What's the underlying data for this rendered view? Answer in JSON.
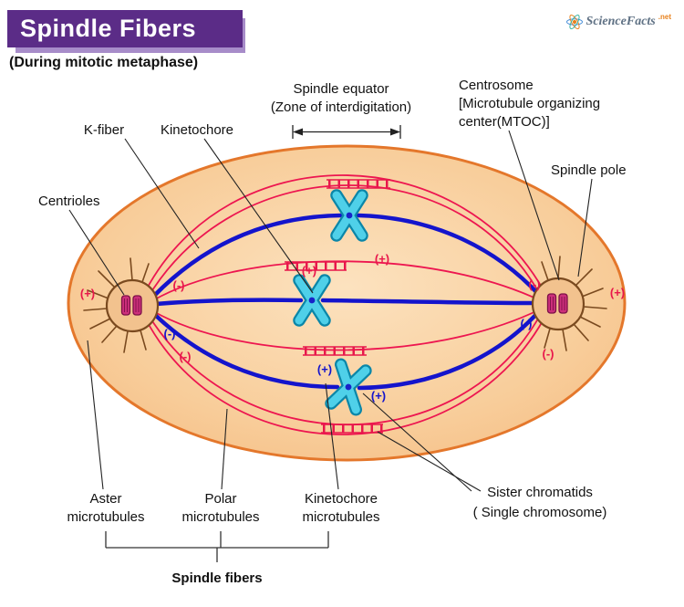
{
  "title": "Spindle Fibers",
  "subtitle": "(During mitotic metaphase)",
  "logo": {
    "name": "ScienceFacts",
    "tld": ".net"
  },
  "labels": {
    "k_fiber": "K-fiber",
    "kinetochore": "Kinetochore",
    "spindle_equator": {
      "line1": "Spindle equator",
      "line2": "(Zone of interdigitation)"
    },
    "centrosome": {
      "line1": "Centrosome",
      "line2": "[Microtubule organizing",
      "line3": "center(MTOC)]"
    },
    "spindle_pole": "Spindle pole",
    "centrioles": "Centrioles",
    "aster": {
      "line1": "Aster",
      "line2": "microtubules"
    },
    "polar": {
      "line1": "Polar",
      "line2": "microtubules"
    },
    "kinetochore_mt": {
      "line1": "Kinetochore",
      "line2": "microtubules"
    },
    "sister_chromatids": {
      "line1": "Sister chromatids",
      "line2": "( Single chromosome)"
    },
    "spindle_fibers": "Spindle fibers"
  },
  "signs": {
    "plus": "(+)",
    "minus": "(-)"
  },
  "colors": {
    "banner_purple": "#5b2c87",
    "banner_shadow_purple": "#a78cc9",
    "cell_fill": "#f8cd9a",
    "cell_stroke": "#e4772b",
    "kinetochore_microtubule_blue": "#1414cc",
    "polar_microtubule_red": "#ed1650",
    "chromosome_cyan": "#4fd0e9",
    "centriole_magenta": "#cc2f7b",
    "centrosome_tan": "#f2c28e"
  }
}
